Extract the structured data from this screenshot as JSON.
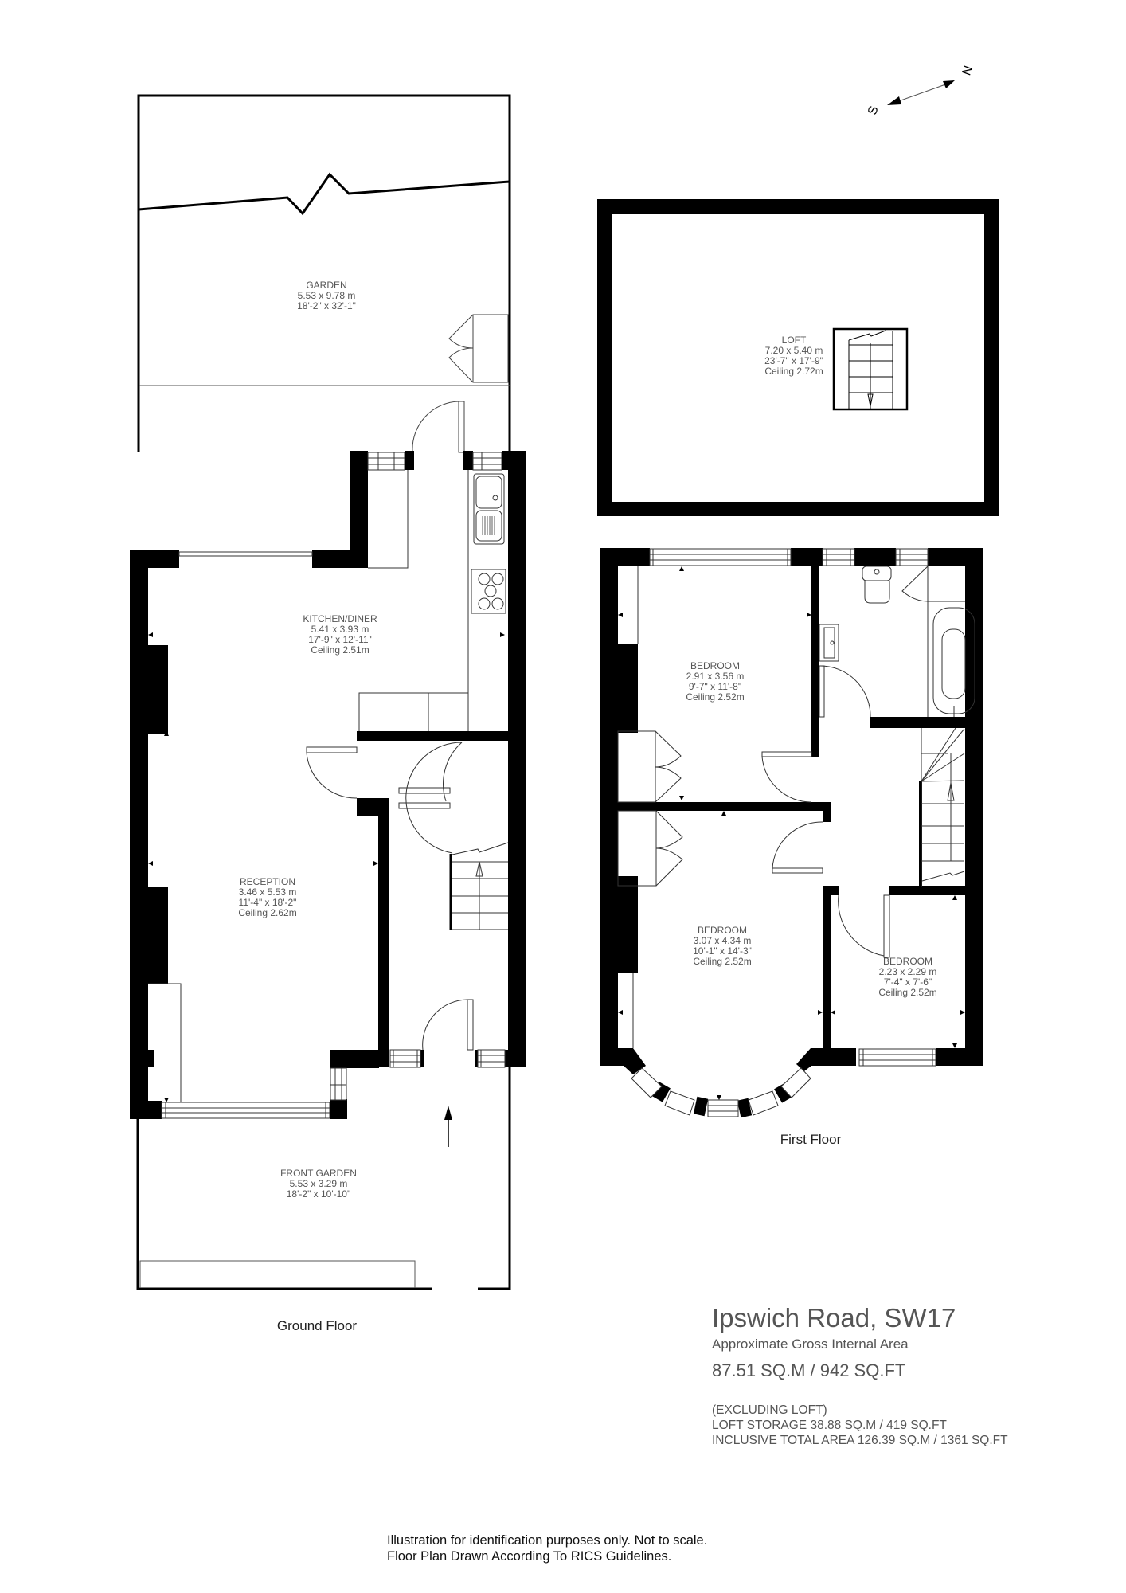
{
  "property": {
    "title": "Ipswich Road, SW17",
    "area_label": "Approximate Gross Internal Area",
    "area_total": "87.51 SQ.M / 942 SQ.FT",
    "excluding": "(EXCLUDING LOFT)",
    "loft_storage": "LOFT STORAGE  38.88 SQ.M / 419 SQ.FT",
    "inclusive_total": "INCLUSIVE TOTAL AREA 126.39 SQ.M / 1361 SQ.FT"
  },
  "compass": {
    "north": "N",
    "south": "S"
  },
  "floors": {
    "ground": {
      "caption": "Ground Floor",
      "rooms": [
        {
          "name": "GARDEN",
          "metric": "5.53 x  9.78 m",
          "imperial": "18'-2\" x  32'-1\"",
          "ceiling": ""
        },
        {
          "name": "KITCHEN/DINER",
          "metric": "5.41 x 3.93 m",
          "imperial": "17'-9\" x 12'-11\"",
          "ceiling": "Ceiling 2.51m"
        },
        {
          "name": "RECEPTION",
          "metric": "3.46 x 5.53 m",
          "imperial": "11'-4\" x 18'-2\"",
          "ceiling": "Ceiling 2.62m"
        },
        {
          "name": "FRONT GARDEN",
          "metric": "5.53 x 3.29 m",
          "imperial": "18'-2\" x 10'-10\"",
          "ceiling": ""
        }
      ]
    },
    "loft": {
      "rooms": [
        {
          "name": "LOFT",
          "metric": "7.20 x 5.40 m",
          "imperial": "23'-7\" x 17'-9\"",
          "ceiling": "Ceiling 2.72m"
        }
      ]
    },
    "first": {
      "caption": "First Floor",
      "rooms": [
        {
          "name": "BEDROOM",
          "metric": "2.91 x 3.56 m",
          "imperial": "9'-7\" x 11'-8\"",
          "ceiling": "Ceiling 2.52m"
        },
        {
          "name": "BEDROOM",
          "metric": "3.07 x 4.34 m",
          "imperial": "10'-1\" x 14'-3\"",
          "ceiling": "Ceiling 2.52m"
        },
        {
          "name": "BEDROOM",
          "metric": "2.23 x 2.29 m",
          "imperial": "7'-4\" x 7'-6\"",
          "ceiling": "Ceiling 2.52m"
        }
      ]
    }
  },
  "disclaimer": {
    "line1": "Illustration for identification purposes only. Not to scale.",
    "line2": "Floor Plan Drawn According To RICS Guidelines."
  },
  "colors": {
    "wall": "#000000",
    "line": "#333333",
    "text": "#555555",
    "background": "#ffffff"
  }
}
